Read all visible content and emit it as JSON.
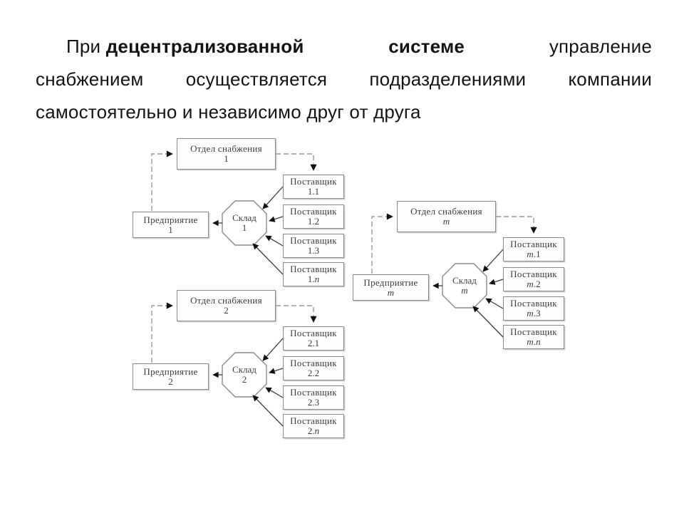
{
  "title": {
    "indent_word": "При",
    "bold_phrase_1": "децентрализованной",
    "bold_phrase_2": "системе",
    "line1_tail": "управление",
    "line2_words": {
      "w1": "снабжением",
      "w2": "осуществляется",
      "w3": "подразделениями",
      "w4": "компании"
    },
    "line3": "самостоятельно и независимо друг от друга"
  },
  "diagram": {
    "groups": [
      {
        "dept": {
          "l1": "Отдел снабжения",
          "l2a": "1"
        },
        "enterprise": {
          "l1": "Предприятие",
          "l2a": "1"
        },
        "warehouse": {
          "l1": "Склад",
          "l2a": "1"
        },
        "suppliers": [
          {
            "l1": "Поставщик",
            "l2a": "1.1"
          },
          {
            "l1": "Поставщик",
            "l2a": "1.2"
          },
          {
            "l1": "Поставщик",
            "l2a": "1.3"
          },
          {
            "l1": "Поставщик",
            "l2a": "1.",
            "l2d": "n"
          }
        ]
      },
      {
        "dept": {
          "l1": "Отдел снабжения",
          "l2a": "2"
        },
        "enterprise": {
          "l1": "Предприятие",
          "l2a": "2"
        },
        "warehouse": {
          "l1": "Склад",
          "l2a": "2"
        },
        "suppliers": [
          {
            "l1": "Поставщик",
            "l2a": "2.1"
          },
          {
            "l1": "Поставщик",
            "l2a": "2.2"
          },
          {
            "l1": "Поставщик",
            "l2a": "2.3"
          },
          {
            "l1": "Поставщик",
            "l2a": "2.",
            "l2d": "n"
          }
        ]
      },
      {
        "dept": {
          "l1": "Отдел снабжения",
          "l2b": "m"
        },
        "enterprise": {
          "l1": "Предприятие",
          "l2b": "m"
        },
        "warehouse": {
          "l1": "Склад",
          "l2b": "m"
        },
        "suppliers": [
          {
            "l1": "Поставщик",
            "l2b": "m",
            "l2c": ".1"
          },
          {
            "l1": "Поставщик",
            "l2b": "m",
            "l2c": ".2"
          },
          {
            "l1": "Поставщик",
            "l2b": "m",
            "l2c": ".3"
          },
          {
            "l1": "Поставщик",
            "l2b": "m",
            "l2c": ".",
            "l2d": "n"
          }
        ]
      }
    ]
  },
  "colors": {
    "background": "#ffffff",
    "title_text": "#141414",
    "box_border": "#8a8a8a",
    "box_text": "#3c3c3c",
    "dashed_line": "#999999",
    "solid_line": "#3a3a3a",
    "arrowhead": "#111111"
  }
}
